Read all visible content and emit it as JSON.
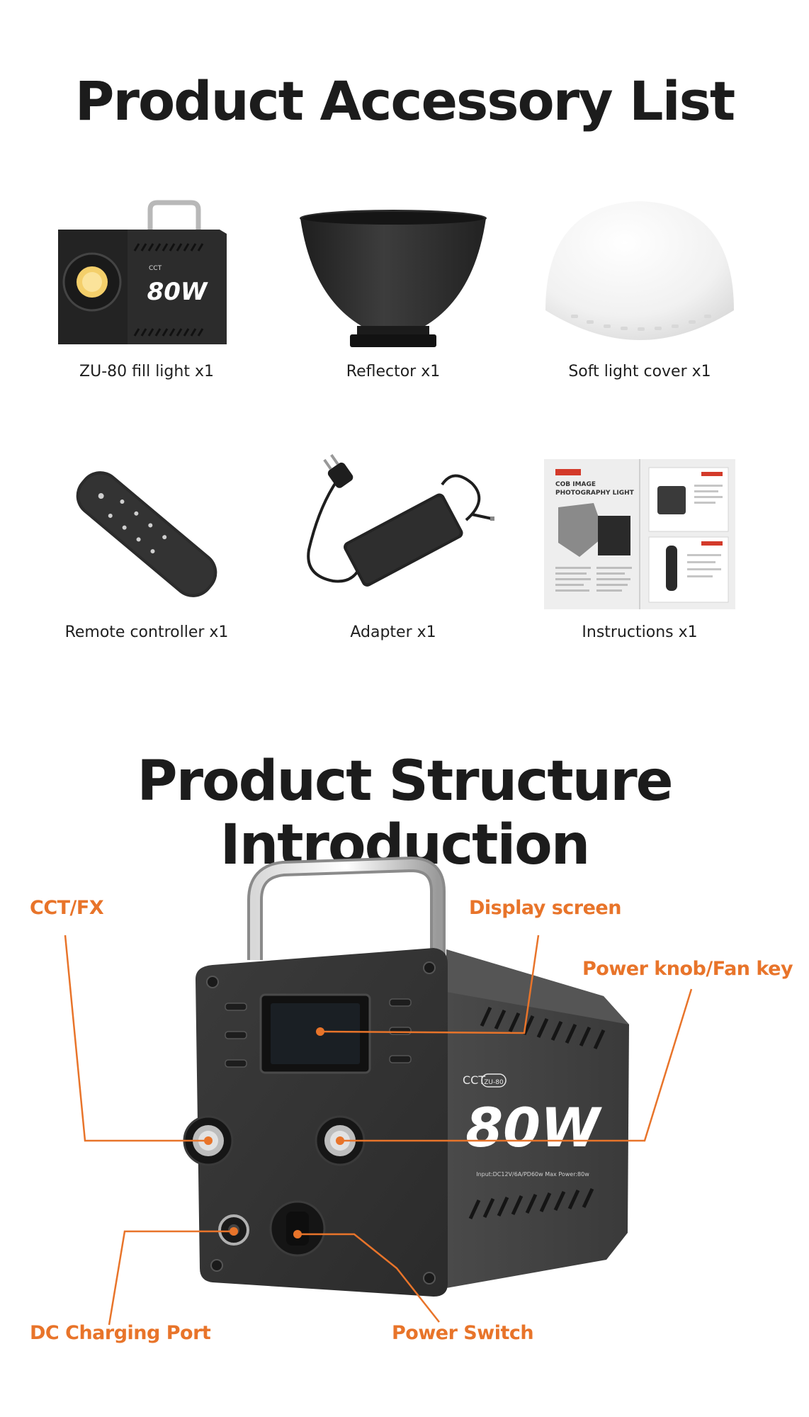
{
  "accessory_section": {
    "title": "Product Accessory List",
    "items": [
      {
        "caption": "ZU-80 fill light x1",
        "icon": "fill-light-icon"
      },
      {
        "caption": "Reflector x1",
        "icon": "reflector-icon"
      },
      {
        "caption": "Soft light cover x1",
        "icon": "softbox-dome-icon"
      },
      {
        "caption": "Remote controller x1",
        "icon": "remote-control-icon"
      },
      {
        "caption": "Adapter x1",
        "icon": "power-adapter-icon"
      },
      {
        "caption": "Instructions x1",
        "icon": "manual-icon"
      }
    ]
  },
  "device_label": {
    "brand": "CCT",
    "model": "ZU-80",
    "power": "80W",
    "spec": "Input:DC12V/6A/PD60w Max Power:80w"
  },
  "manual_text": {
    "heading_line1": "COB IMAGE",
    "heading_line2": "PHOTOGRAPHY LIGHT"
  },
  "structure_section": {
    "title": "Product Structure Introduction",
    "callouts": {
      "cct_fx": "CCT/FX",
      "display_screen": "Display screen",
      "power_knob": "Power knob/Fan key",
      "dc_port": "DC Charging Port",
      "power_switch": "Power Switch"
    }
  },
  "colors": {
    "accent": "#e8742a",
    "title": "#1c1c1c"
  }
}
